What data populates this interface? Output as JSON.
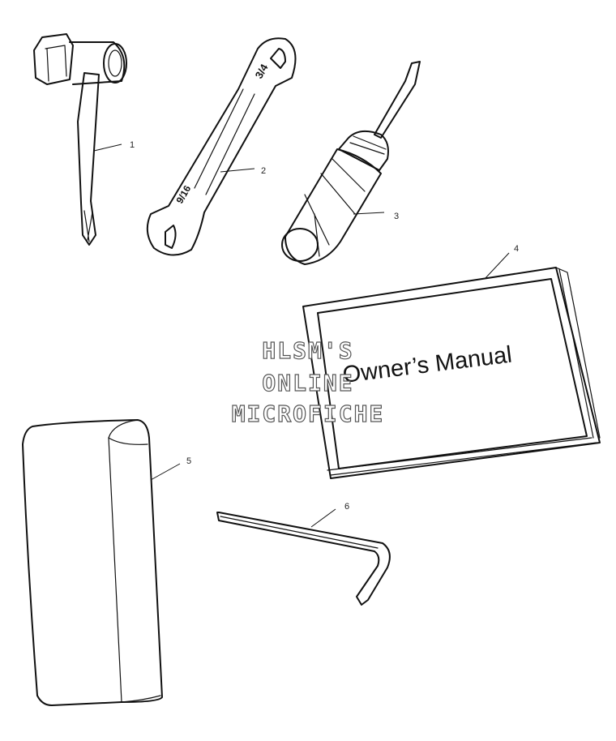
{
  "diagram": {
    "callouts": [
      "1",
      "2",
      "3",
      "4",
      "5",
      "6"
    ],
    "manual_cover_text": "Owner’s Manual",
    "wrench_size_top": "3/4",
    "wrench_size_bottom": "9/16"
  },
  "watermark": {
    "line1": "HLSM'S",
    "line2": "ONLINE",
    "line3": "MICROFICHE"
  }
}
